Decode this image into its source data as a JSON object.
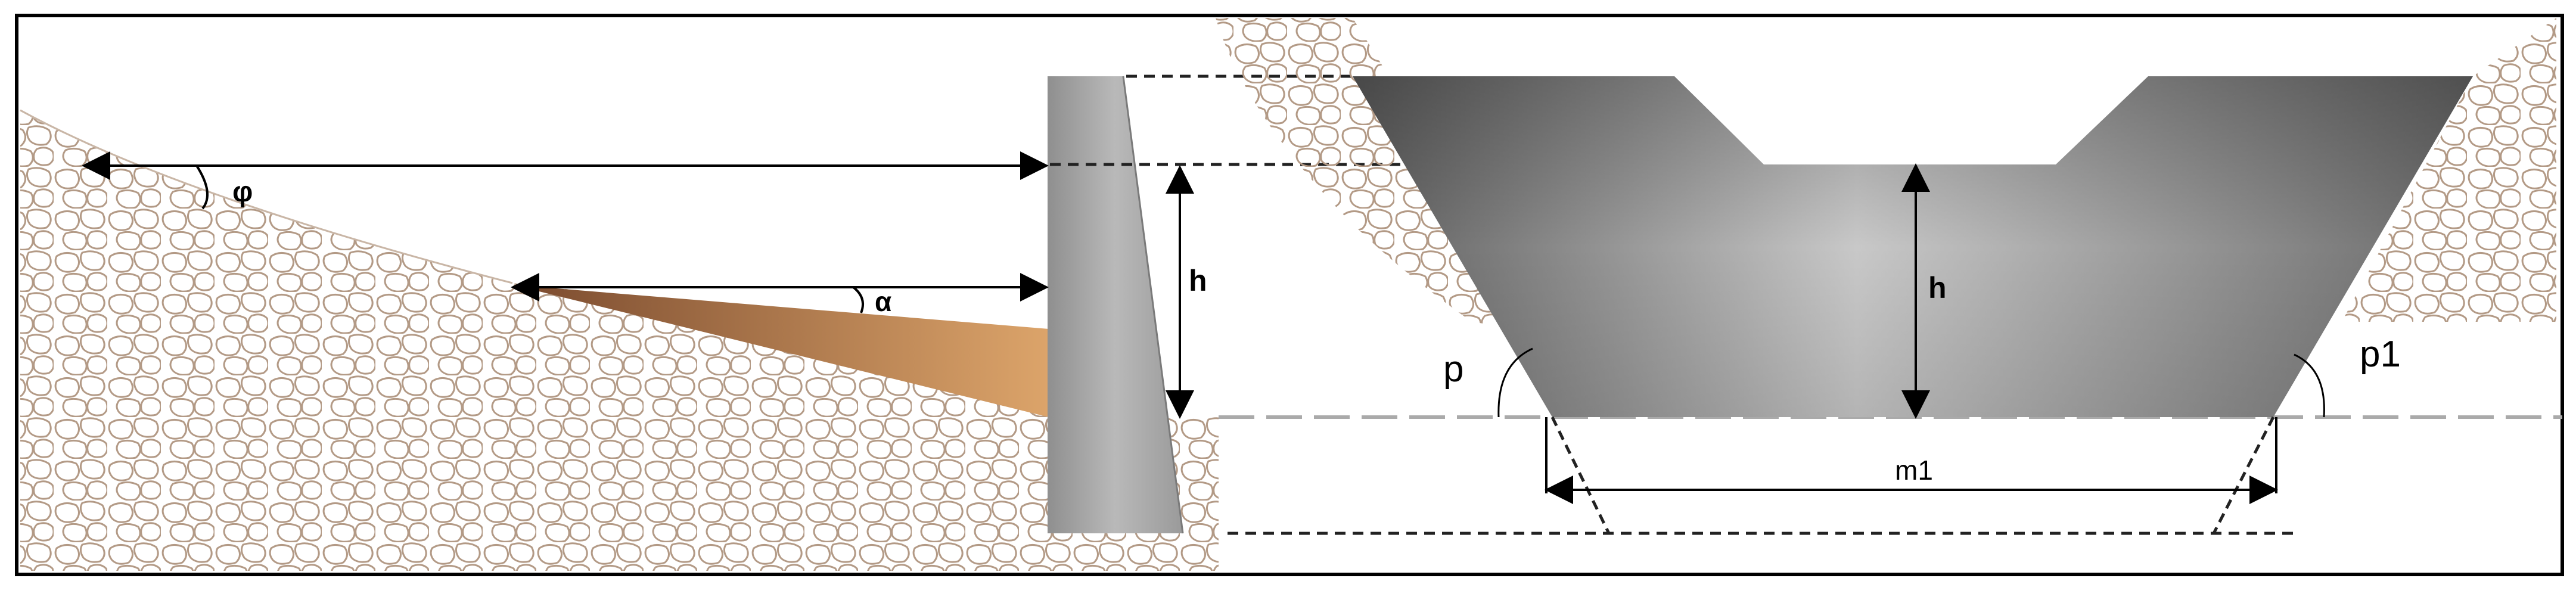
{
  "labels": {
    "phi": "φ",
    "alpha": "α",
    "h_wall": "h",
    "h_channel": "h",
    "p": "p",
    "p1": "p1",
    "m1": "m1"
  },
  "colors": {
    "frame": "#000000",
    "rock_line": "#b8a08c",
    "wedge_dark": "#8a5a3a",
    "wedge_light": "#d9a066",
    "wall": "#a9a9a9",
    "channel_dark": "#6f6f6f",
    "channel_light": "#cfcfcf",
    "dash": "#222222",
    "ground_dash": "#aaaaaa"
  }
}
